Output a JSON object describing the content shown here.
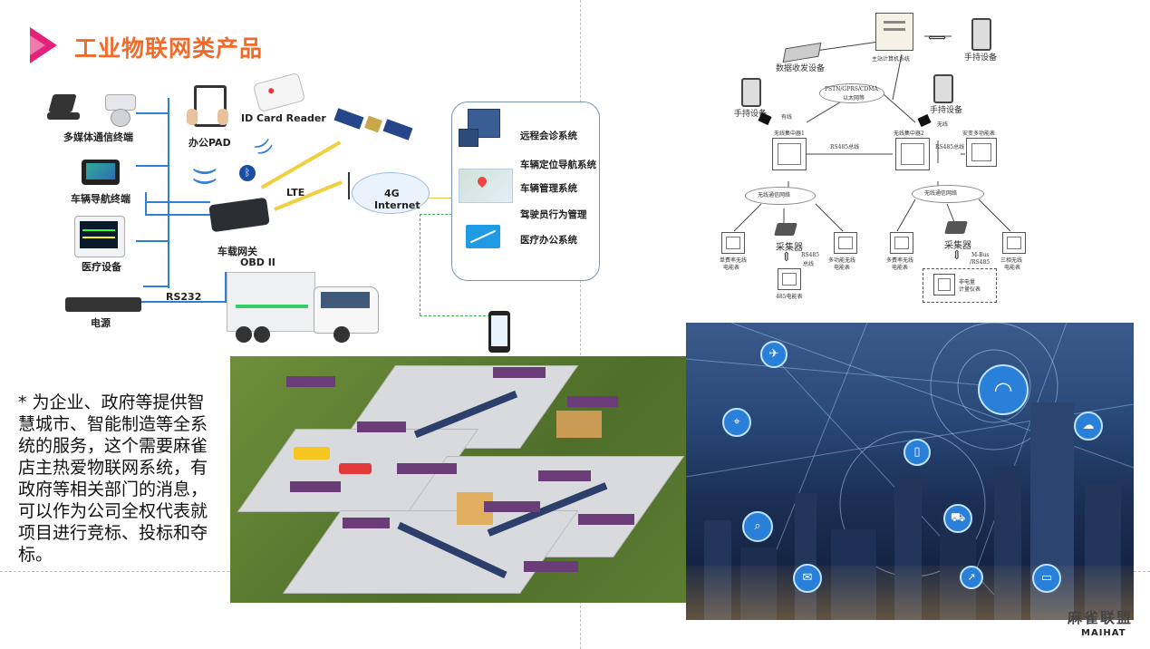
{
  "title": "工业物联网类产品",
  "devices": {
    "multimedia": "多媒体通信终端",
    "nav": "车辆导航终端",
    "medical": "医疗设备",
    "power": "电源",
    "pad": "办公PAD",
    "idcard": "ID Card Reader",
    "gateway_line1": "车载网关",
    "gateway_line2": "OBD II",
    "rs232": "RS232",
    "lte": "LTE",
    "internet_line1": "4G",
    "internet_line2": "Internet"
  },
  "systems": [
    "远程会诊系统",
    "车辆定位导航系统",
    "车辆管理系统",
    "驾驶员行为管理",
    "医疗办公系统"
  ],
  "network": {
    "data_device": "数据收发设备",
    "host": "主站计算机系统",
    "handheld": "手持设备",
    "pstn_line1": "PSTN/GPRS/CDMA",
    "pstn_line2": "以太网等",
    "concentrator1": "无线集中器1",
    "concentrator2": "无线集中器2",
    "rs485_bus": "RS485总线",
    "security_meter": "安变多功能表",
    "wireless_net": "无线通信网络",
    "wireless_net2": "无线通信网络",
    "collector": "采集器",
    "single_meter_1": "单费率无线",
    "single_meter_2": "电能表",
    "multi_meter_1": "多功能无线",
    "multi_meter_2": "电能表",
    "rs485_line1": "RS485",
    "rs485_line2": "总线",
    "meter485": "485电能表",
    "multirate_1": "多费率无线",
    "multirate_2": "电能表",
    "mbus_line1": "M-Bus",
    "mbus_line2": "/RS485",
    "three_phase_1": "三相无线",
    "three_phase_2": "电能表",
    "non_elec_1": "非电量",
    "non_elec_2": "计量仪表",
    "wired": "有线",
    "wireless": "无线"
  },
  "description": "* 为企业、政府等提供智慧城市、智能制造等全系统的服务，这个需要麻雀店主热爱物联网系统，有政府等相关部门的消息，可以作为公司全权代表就项目进行竞标、投标和夺标。",
  "logo": {
    "text": "麻雀联盟",
    "sub": "MAIHAT"
  },
  "colors": {
    "title": "#f06a2a",
    "accent": "#e4227c",
    "line": "#2f7fd6"
  }
}
